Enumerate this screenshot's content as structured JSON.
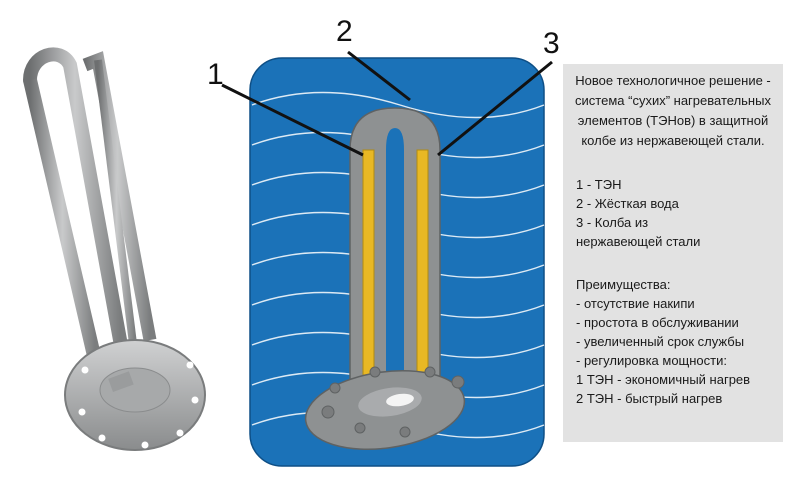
{
  "labels": {
    "n1": "1",
    "n2": "2",
    "n3": "3"
  },
  "info": {
    "intro": [
      "Новое технологичное решение -",
      "система “сухих” нагревательных",
      "элементов (ТЭНов) в защитной",
      "колбе из нержавеющей стали."
    ],
    "legend": [
      "1 - ТЭН",
      "2 - Жёсткая вода",
      "3 - Колба из",
      "нержавеющей стали"
    ],
    "advantages_title": "Преимущества:",
    "advantages": [
      "- отсутствие накипи",
      "- простота в обслуживании",
      "- увеличенный срок службы",
      "- регулировка мощности:",
      "1 ТЭН - экономичный нагрев",
      "2 ТЭН - быстрый нагрев"
    ]
  },
  "colors": {
    "water": "#1b72b8",
    "flask": "#8e9192",
    "heater": "#e8b824",
    "panel": "#e2e2e2"
  },
  "icons": {
    "photo": "heating-element-photo",
    "diagram": "flask-in-water-diagram"
  }
}
